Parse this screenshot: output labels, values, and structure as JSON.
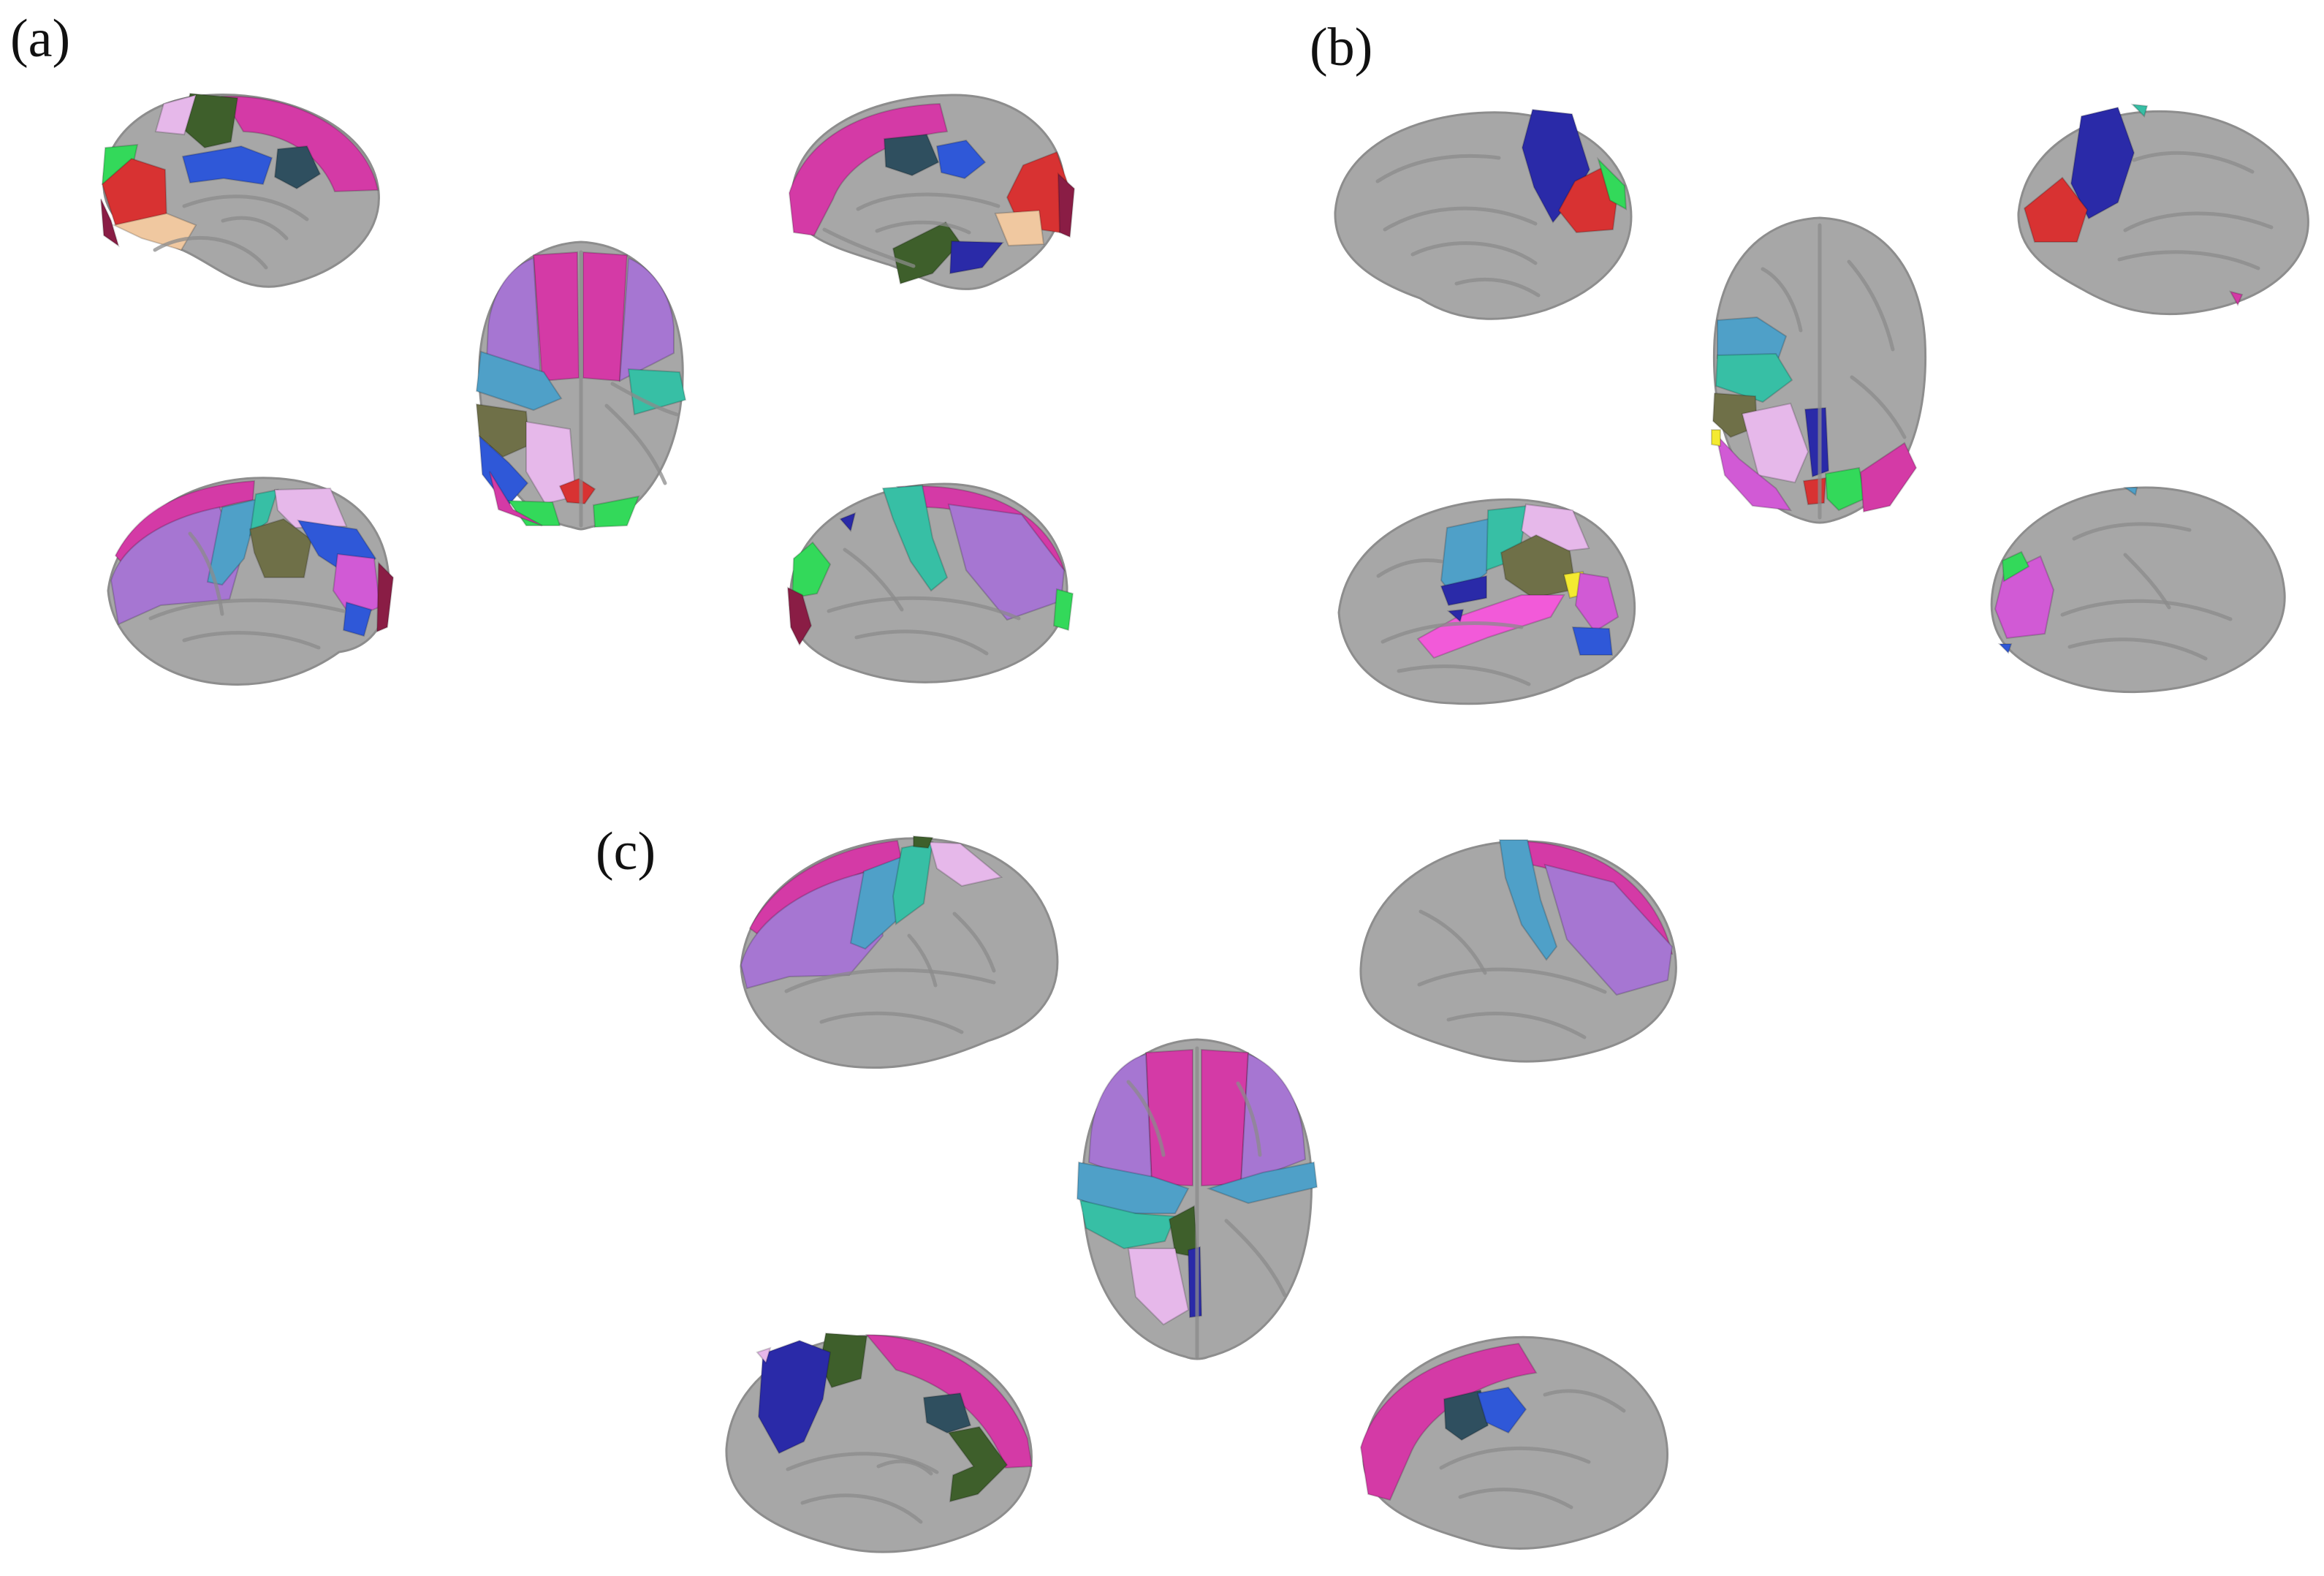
{
  "figure": {
    "panels": [
      {
        "key": "a",
        "label": "(a)"
      },
      {
        "key": "b",
        "label": "(b)"
      },
      {
        "key": "c",
        "label": "(c)"
      }
    ]
  },
  "colors": {
    "cortex": "#a7a7a7",
    "magenta": "#d43aa6",
    "lavender": "#a676d2",
    "pink": "#e6b8ea",
    "olive": "#6f7048",
    "teal": "#37bfa5",
    "sky": "#4fa0c8",
    "blue": "#2f58d8",
    "navy": "#2a2aa8",
    "red": "#d83232",
    "green": "#33d95a",
    "maroon": "#8a1d45",
    "peach": "#f0c8a0",
    "darkslate": "#2f4f5f",
    "darkgreen": "#3e5f2b",
    "yellow": "#f4ea31",
    "orchid": "#d15ad5",
    "hotpink": "#f25ad9"
  }
}
